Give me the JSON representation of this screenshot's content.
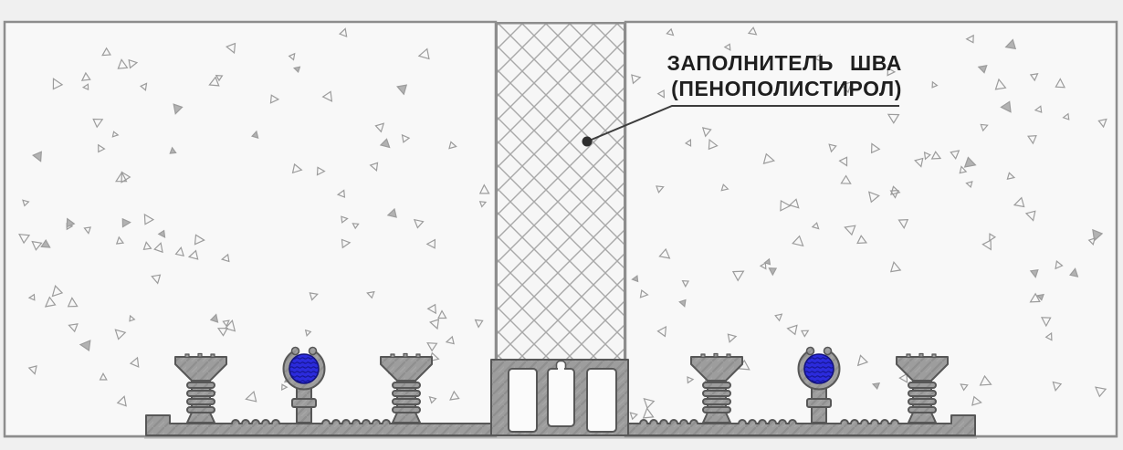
{
  "callout": {
    "line1": "ЗАПОЛНИТЕЛЬ ШВА",
    "line2": "(ПЕНОПОЛИСТИРОЛ)",
    "marker": "filled-dot"
  },
  "colors": {
    "background": "#f0f0f0",
    "concrete_fill": "#f8f8f8",
    "concrete_outline": "#8d8d8d",
    "concrete_speckle": "#9c9c9c",
    "concrete_speckle_fill": "#b2b2b2",
    "joint_filler_fill": "#f6f6f6",
    "joint_filler_hatch": "#a8a8a8",
    "profile_metal": "#9d9d9d",
    "profile_outline": "#575757",
    "cable_blue": "#2b2bdc",
    "cable_blue_dark": "#161694",
    "leader_line": "#3c3c3c"
  }
}
